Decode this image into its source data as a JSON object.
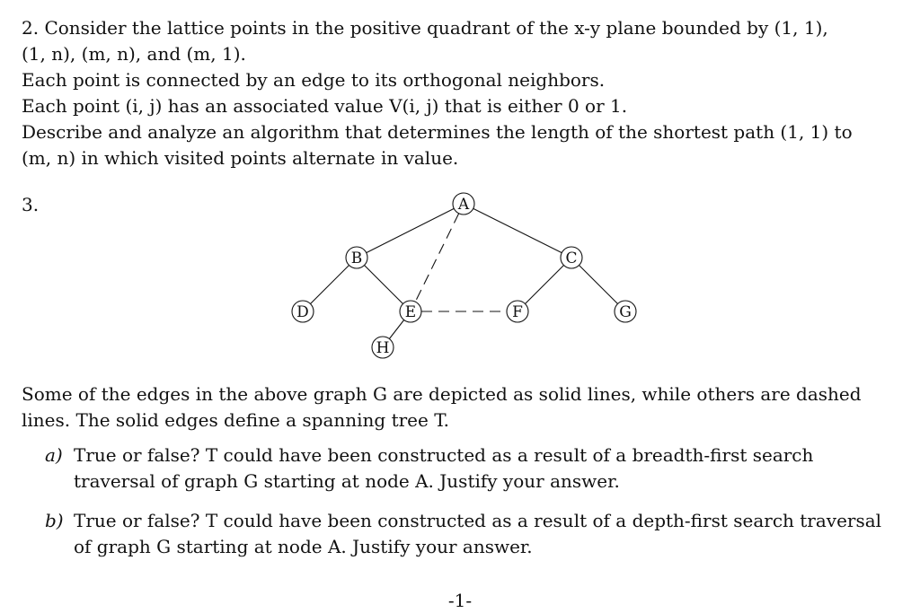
{
  "problem2": {
    "lines": [
      "2. Consider the lattice points in the positive quadrant of the x-y plane bounded by (1, 1),",
      "(1, n), (m, n), and (m, 1).",
      "Each point is connected by an edge to its orthogonal neighbors.",
      "Each point (i, j) has an associated value V(i, j) that is either 0 or 1.",
      "Describe and analyze an algorithm that determines the length of the shortest path (1, 1) to",
      "(m, n) in which visited points alternate in value."
    ]
  },
  "problem3": {
    "label": "3.",
    "graph": {
      "nodes": [
        {
          "id": "A",
          "label": "A"
        },
        {
          "id": "B",
          "label": "B"
        },
        {
          "id": "C",
          "label": "C"
        },
        {
          "id": "D",
          "label": "D"
        },
        {
          "id": "E",
          "label": "E"
        },
        {
          "id": "F",
          "label": "F"
        },
        {
          "id": "G",
          "label": "G"
        },
        {
          "id": "H",
          "label": "H"
        }
      ],
      "edges": [
        {
          "from": "A",
          "to": "B",
          "style": "solid"
        },
        {
          "from": "A",
          "to": "C",
          "style": "solid"
        },
        {
          "from": "B",
          "to": "D",
          "style": "solid"
        },
        {
          "from": "B",
          "to": "E",
          "style": "solid"
        },
        {
          "from": "C",
          "to": "F",
          "style": "solid"
        },
        {
          "from": "C",
          "to": "G",
          "style": "solid"
        },
        {
          "from": "E",
          "to": "H",
          "style": "solid"
        },
        {
          "from": "A",
          "to": "E",
          "style": "dashed"
        },
        {
          "from": "E",
          "to": "F",
          "style": "dashed"
        }
      ]
    },
    "intro_lines": [
      "Some of the edges in the above graph G are depicted as solid lines, while others are dashed",
      "lines. The solid edges define a spanning tree T."
    ],
    "parts": [
      {
        "label": "a)",
        "lines": [
          "True or false? T could have been constructed as a result of a breadth-first search",
          "traversal of graph G starting at node A. Justify your answer."
        ]
      },
      {
        "label": "b)",
        "lines": [
          "True or false? T could have been constructed as a result of a depth-first search traversal",
          "of graph G starting at node A. Justify your answer."
        ]
      }
    ]
  },
  "page_number": "-1-"
}
